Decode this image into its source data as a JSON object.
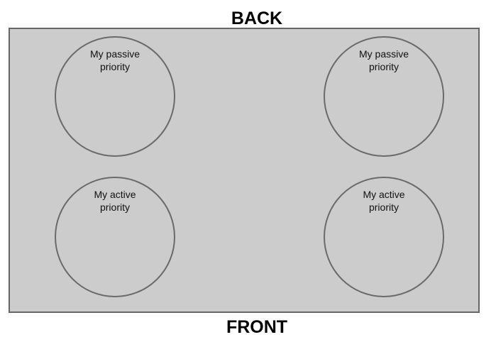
{
  "labels": {
    "back": "BACK",
    "front": "FRONT"
  },
  "zones": [
    {
      "label": "My passive\npriority"
    },
    {
      "label": "My passive\npriority"
    },
    {
      "label": "My active\npriority"
    },
    {
      "label": "My active\npriority"
    }
  ],
  "colors": {
    "board_fill": "#cccccc",
    "board_border": "#666666",
    "circle_stroke": "#6a6a6a",
    "text": "#000000"
  }
}
